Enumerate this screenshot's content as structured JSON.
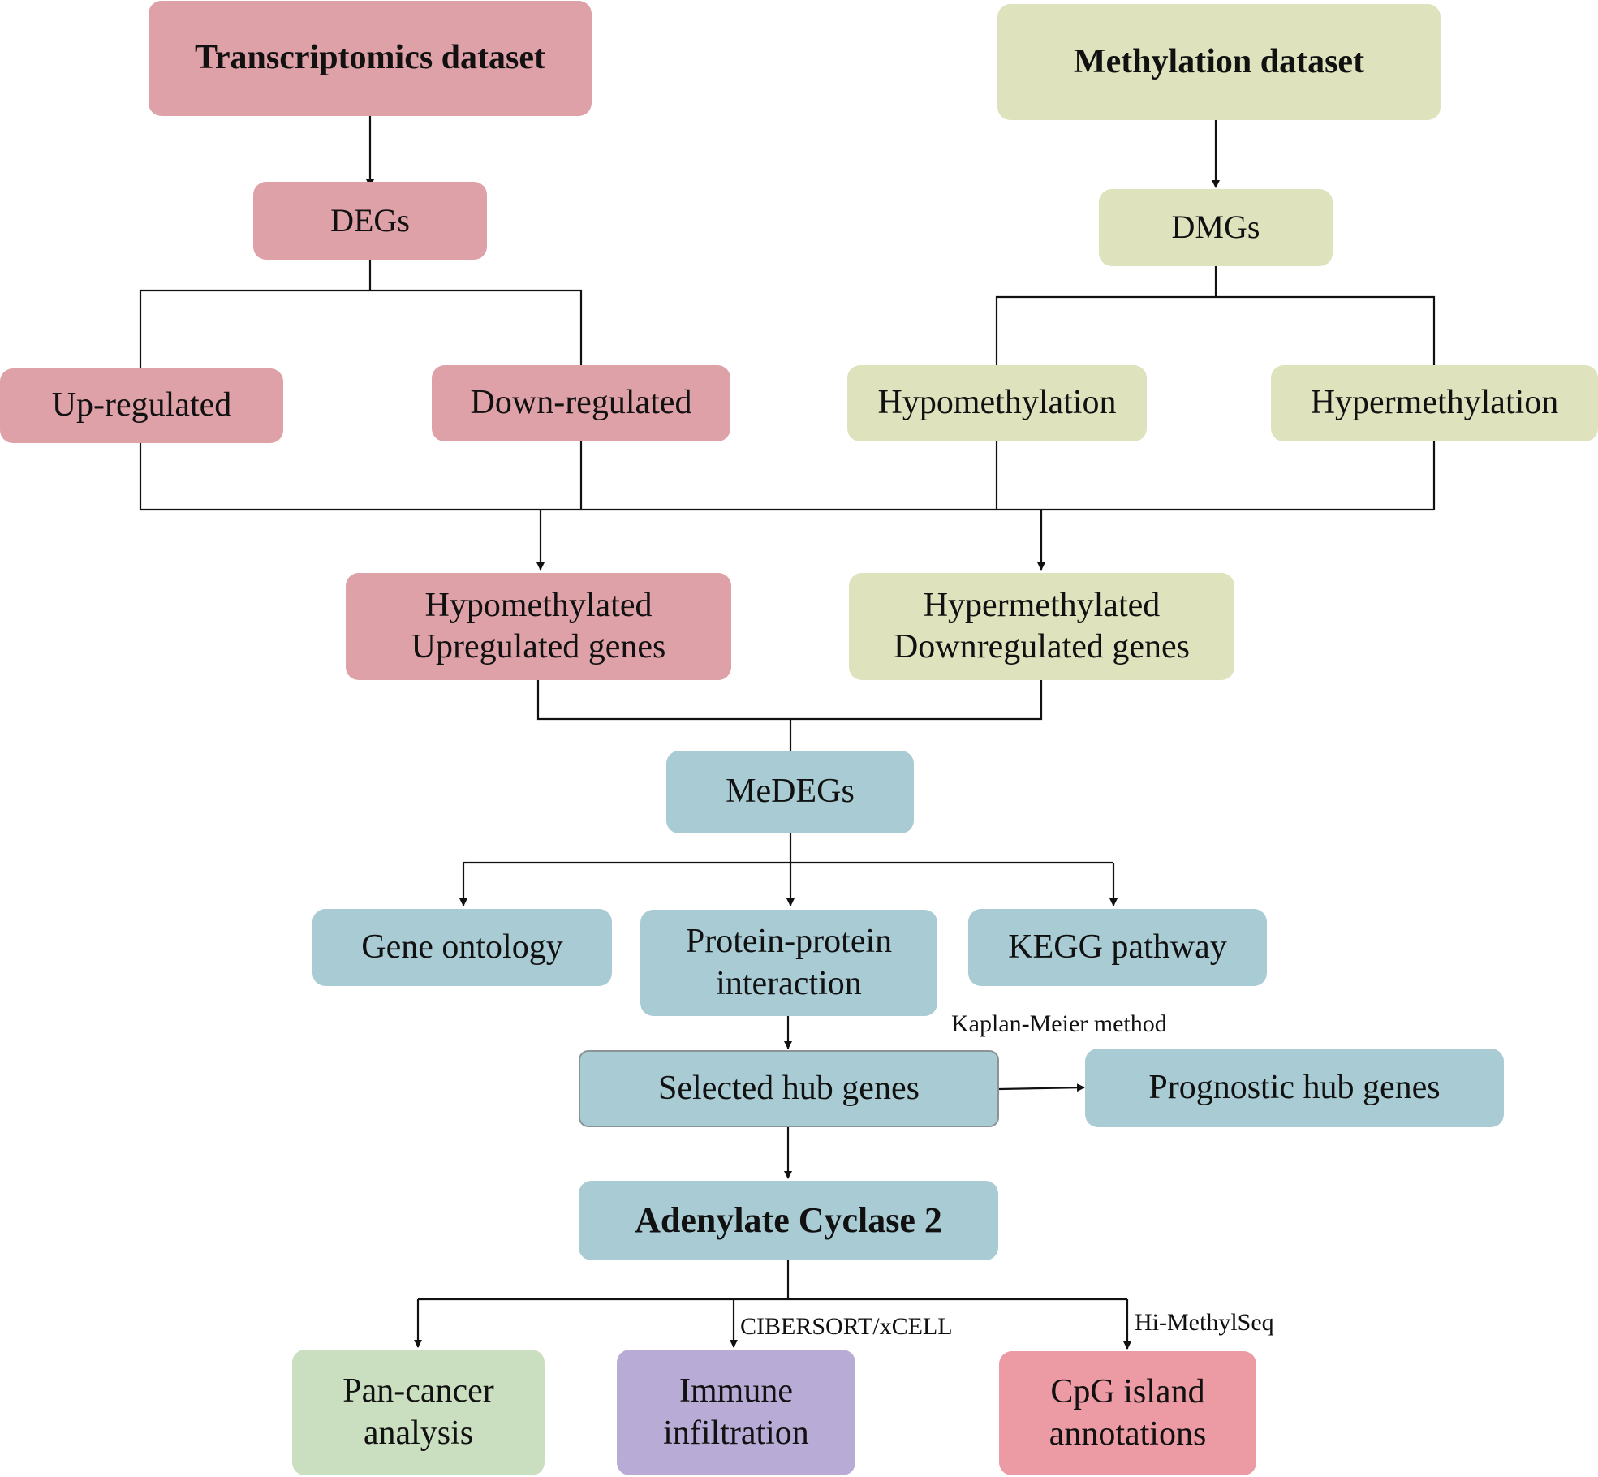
{
  "nodes": {
    "transcriptomics": "Transcriptomics dataset",
    "methylation": "Methylation dataset",
    "degs": "DEGs",
    "dmgs": "DMGs",
    "up_regulated": "Up-regulated",
    "down_regulated": "Down-regulated",
    "hypomethylation": "Hypomethylation",
    "hypermethylation": "Hypermethylation",
    "hypo_up_genes": "Hypomethylated\nUpregulated genes",
    "hyper_down_genes": "Hypermethylated\nDownregulated genes",
    "medegs": "MeDEGs",
    "gene_ontology": "Gene ontology",
    "ppi": "Protein-protein\ninteraction",
    "kegg": "KEGG pathway",
    "selected_hub": "Selected hub genes",
    "prognostic_hub": "Prognostic hub genes",
    "adcy2": "Adenylate Cyclase 2",
    "pan_cancer": "Pan-cancer\nanalysis",
    "immune": "Immune\ninfiltration",
    "cpg": "CpG island\nannotations"
  },
  "edge_labels": {
    "kaplan_meier": "Kaplan-Meier method",
    "cibersort": "CIBERSORT/xCELL",
    "hi_methylseq": "Hi-MethylSeq"
  },
  "colors": {
    "transcriptomics_pink": "#dfa1a8",
    "methylation_green": "#dee3bd",
    "analysis_teal": "#a9cbd4",
    "pan_cancer_green": "#cadfbf",
    "immune_purple": "#b8acd7",
    "cpg_rose": "#ec9ba5",
    "line": "#111111"
  }
}
